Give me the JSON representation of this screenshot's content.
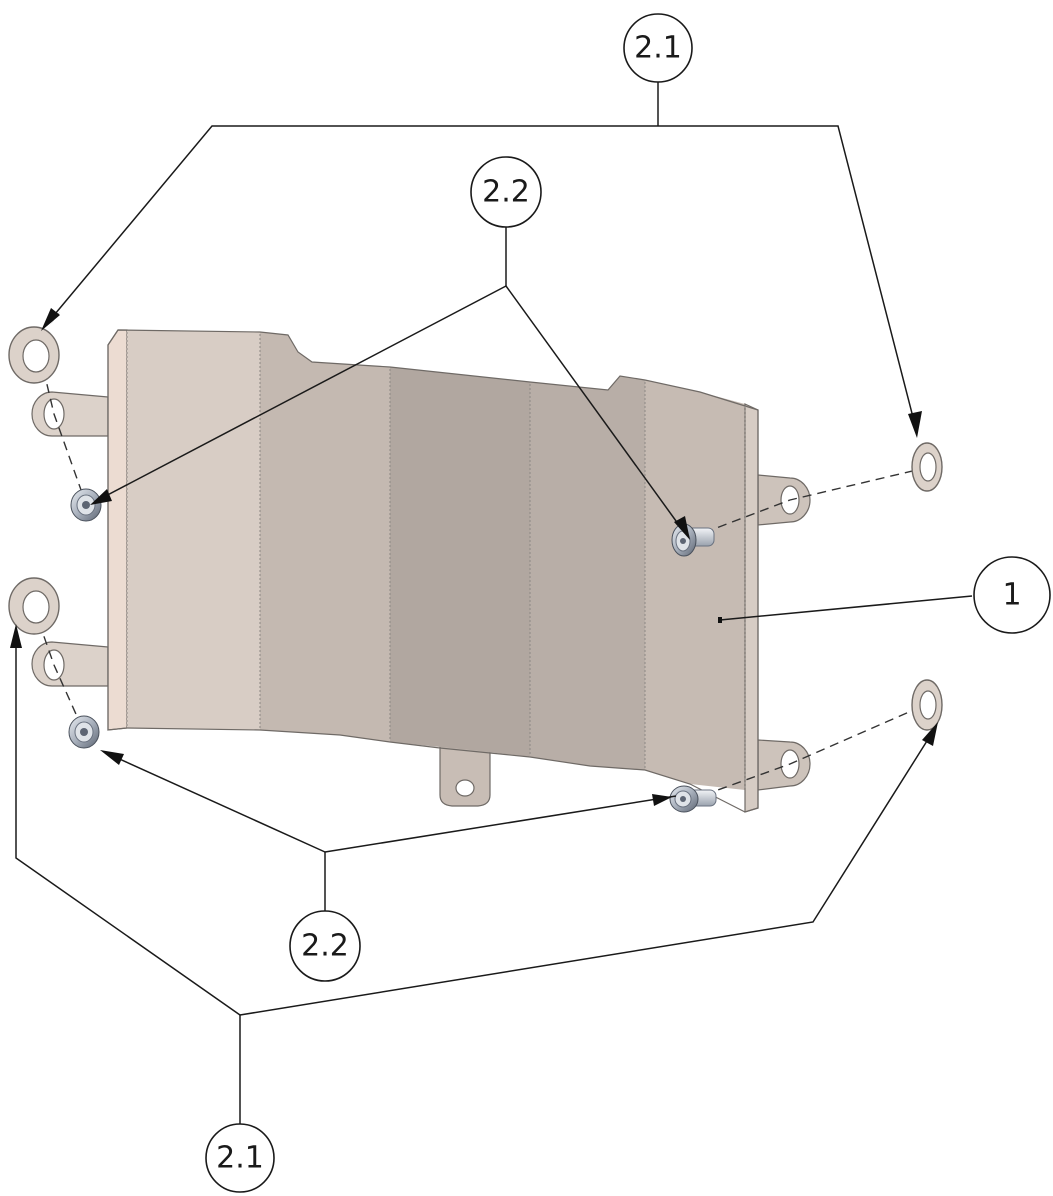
{
  "callouts": {
    "washer_top": "2.1",
    "screw_top": "2.2",
    "panel": "1",
    "screw_bottom": "2.2",
    "washer_bottom": "2.1"
  },
  "colors": {
    "panel_light": "#d8cdc5",
    "panel_mid": "#c4b9b1",
    "panel_dark": "#b1a7a0",
    "panel_edge": "#ecdcd2",
    "washer": "#dcd2ca",
    "screw": "#a8b0bc",
    "line": "#1a1a1a"
  }
}
